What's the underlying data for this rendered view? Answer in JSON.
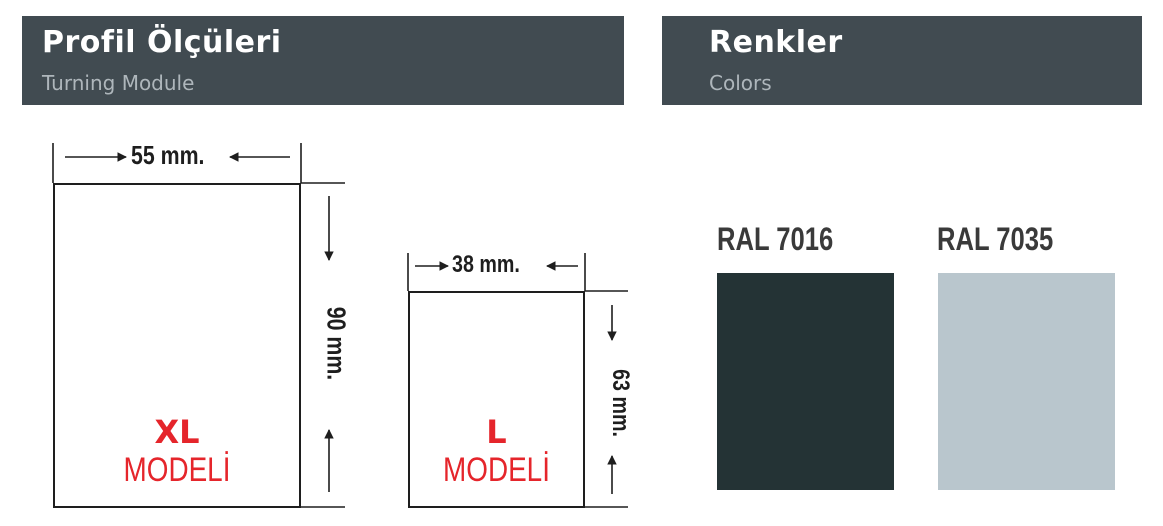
{
  "profile_section": {
    "title": "Profil Ölçüleri",
    "subtitle": "Turning Module"
  },
  "colors_section": {
    "title": "Renkler",
    "subtitle": "Colors"
  },
  "models": [
    {
      "size": "XL",
      "label": "MODELİ",
      "width": "55 mm.",
      "height": "90 mm."
    },
    {
      "size": "L",
      "label": "MODELİ",
      "width": "38 mm.",
      "height": "63 mm."
    }
  ],
  "colors": [
    {
      "code": "RAL 7016",
      "hex": "#243335"
    },
    {
      "code": "RAL 7035",
      "hex": "#b9c6cd"
    }
  ],
  "theme": {
    "header_bg": "#414b51",
    "accent_red": "#e5252b"
  }
}
